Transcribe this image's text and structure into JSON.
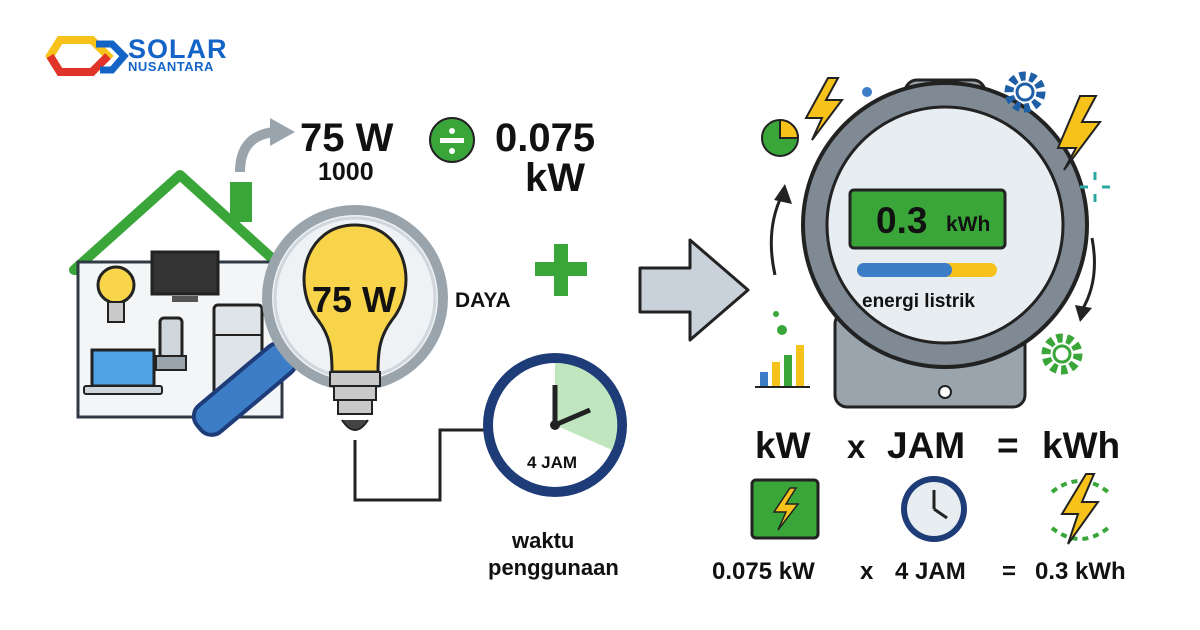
{
  "brand": {
    "name_line1": "SOLAR",
    "name_line2": "NUSANTARA",
    "colors": {
      "blue": "#1464c8",
      "yellow": "#f7c21a",
      "red": "#e0342a"
    }
  },
  "conversion": {
    "watt": "75 W",
    "divisor": "1000",
    "operator": "÷",
    "result_value": "0.075",
    "result_unit": "kW"
  },
  "bulb": {
    "label": "75 W",
    "caption": "DAYA"
  },
  "clock": {
    "label": "4 JAM",
    "caption_line1": "waktu",
    "caption_line2": "penggunaan"
  },
  "meter": {
    "value": "0.3",
    "unit": "kWh",
    "caption": "energi listrik"
  },
  "formula": {
    "symbols": {
      "a": "kW",
      "op1": "x",
      "b": "JAM",
      "op2": "=",
      "c": "kWh"
    },
    "values": {
      "a": "0.075 kW",
      "op1": "x",
      "b": "4 JAM",
      "op2": "=",
      "c": "0.3 kWh"
    }
  },
  "icons": [
    "house-icon",
    "lightbulb-icon",
    "tv-icon",
    "laptop-icon",
    "fridge-icon",
    "blender-icon",
    "magnifier-icon",
    "clock-icon",
    "electric-meter-icon",
    "lightning-icon",
    "gear-icon",
    "bar-chart-icon",
    "pie-chart-icon",
    "arrow-right-icon",
    "plus-icon",
    "divide-icon"
  ],
  "palette": {
    "green": "#3aa63a",
    "navy": "#1e3c78",
    "bulb_yellow": "#f7d44a",
    "arrow_gray": "#c9d2da"
  }
}
